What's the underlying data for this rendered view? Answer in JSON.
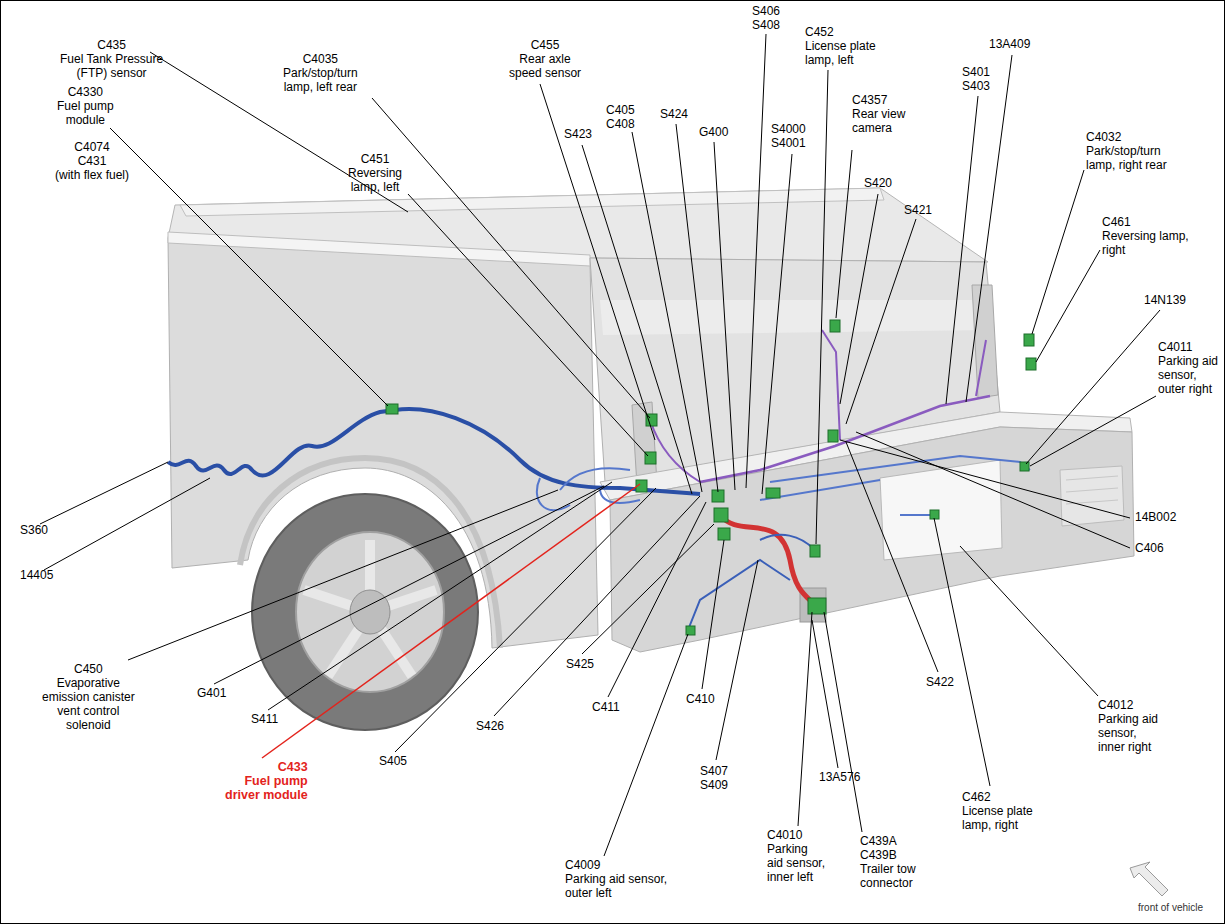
{
  "diagram": {
    "labels": [
      "C435 Fuel Tank Pressure (FTP) sensor",
      "C4330 Fuel pump module",
      "C4074 C431 (with flex fuel)",
      "C4035 Park/stop/turn lamp, left rear",
      "C455 Rear axle speed sensor",
      "C451 Reversing lamp, left",
      "C405 C408",
      "S424",
      "S423",
      "G400",
      "S406 S408",
      "C452 License plate lamp, left",
      "13A409",
      "S401 S403",
      "C4357 Rear view camera",
      "S4000 S4001",
      "S420",
      "S421",
      "C4032 Park/stop/turn lamp, right rear",
      "C461 Reversing lamp, right",
      "14N139",
      "C4011 Parking aid sensor, outer right",
      "14B002",
      "C406",
      "S360",
      "14405",
      "C450 Evaporative emission canister vent control solenoid",
      "G401",
      "S411",
      "S405",
      "S426",
      "S425",
      "C411",
      "C410",
      "C433 Fuel pump driver module",
      "S407 S409",
      "13A576",
      "S422",
      "C4012 Parking aid sensor, inner right",
      "C462 License plate lamp, right",
      "C4009 Parking aid sensor, outer left",
      "C4010 Parking aid sensor, inner left",
      "C439A C439B Trailer tow connector",
      "front of vehicle"
    ]
  }
}
